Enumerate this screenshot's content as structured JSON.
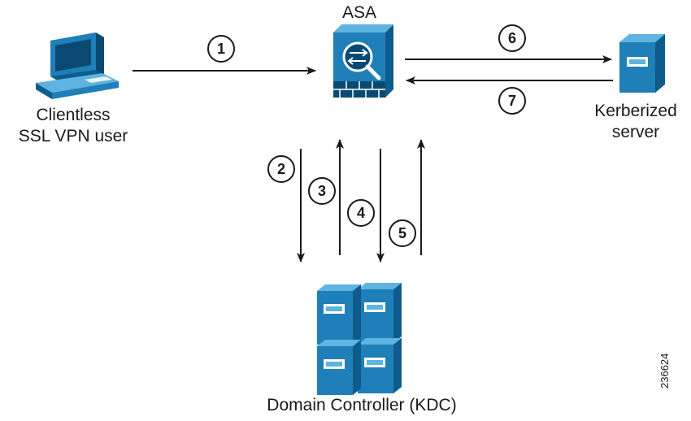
{
  "nodes": {
    "user": {
      "label_line1": "Clientless",
      "label_line2": "SSL VPN user",
      "icon": "workstation-icon"
    },
    "asa": {
      "label": "ASA",
      "icon": "firewall-icon"
    },
    "server": {
      "label_line1": "Kerberized",
      "label_line2": "server",
      "icon": "server-icon"
    },
    "kdc": {
      "label": "Domain Controller (KDC)",
      "icon": "server-cluster-icon"
    }
  },
  "steps": [
    "1",
    "2",
    "3",
    "4",
    "5",
    "6",
    "7"
  ],
  "figure_id": "236624",
  "colors": {
    "device_blue": "#1f7fb8",
    "device_dark": "#0d5c8c",
    "device_light": "#5eb3e0",
    "line": "#1a1a1a"
  }
}
